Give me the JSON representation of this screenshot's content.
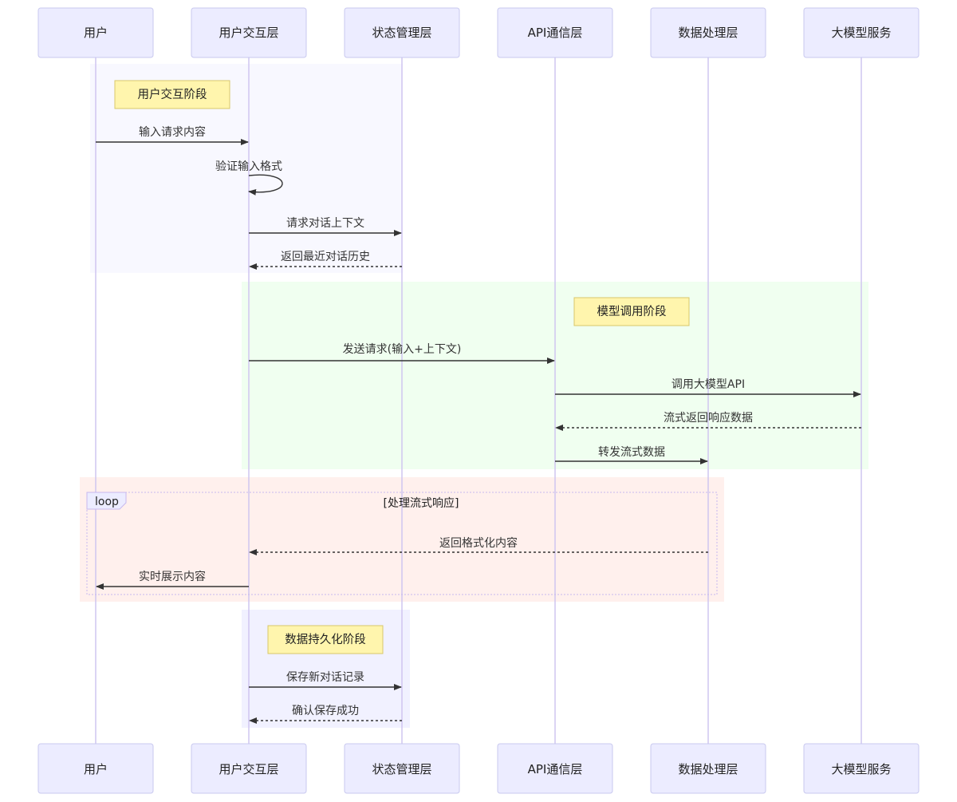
{
  "participants": [
    "用户",
    "用户交互层",
    "状态管理层",
    "API通信层",
    "数据处理层",
    "大模型服务"
  ],
  "phases": [
    {
      "id": "phase-user-interaction",
      "label": "用户交互阶段"
    },
    {
      "id": "phase-model-invocation",
      "label": "模型调用阶段"
    },
    {
      "id": "phase-data-persistence",
      "label": "数据持久化阶段"
    }
  ],
  "loop": {
    "keyword": "loop",
    "condition": "[处理流式响应]"
  },
  "messages": [
    {
      "from": 0,
      "to": 1,
      "text": "输入请求内容",
      "style": "solid"
    },
    {
      "from": 1,
      "to": 1,
      "text": "验证输入格式",
      "style": "self"
    },
    {
      "from": 1,
      "to": 2,
      "text": "请求对话上下文",
      "style": "solid"
    },
    {
      "from": 2,
      "to": 1,
      "text": "返回最近对话历史",
      "style": "dashed"
    },
    {
      "from": 1,
      "to": 3,
      "text": "发送请求(输入+上下文)",
      "style": "solid"
    },
    {
      "from": 3,
      "to": 5,
      "text": "调用大模型API",
      "style": "solid"
    },
    {
      "from": 5,
      "to": 3,
      "text": "流式返回响应数据",
      "style": "dashed"
    },
    {
      "from": 3,
      "to": 4,
      "text": "转发流式数据",
      "style": "solid"
    },
    {
      "from": 4,
      "to": 1,
      "text": "返回格式化内容",
      "style": "dashed"
    },
    {
      "from": 1,
      "to": 0,
      "text": "实时展示内容",
      "style": "solid"
    },
    {
      "from": 1,
      "to": 2,
      "text": "保存新对话记录",
      "style": "solid"
    },
    {
      "from": 2,
      "to": 1,
      "text": "确认保存成功",
      "style": "dashed"
    }
  ]
}
